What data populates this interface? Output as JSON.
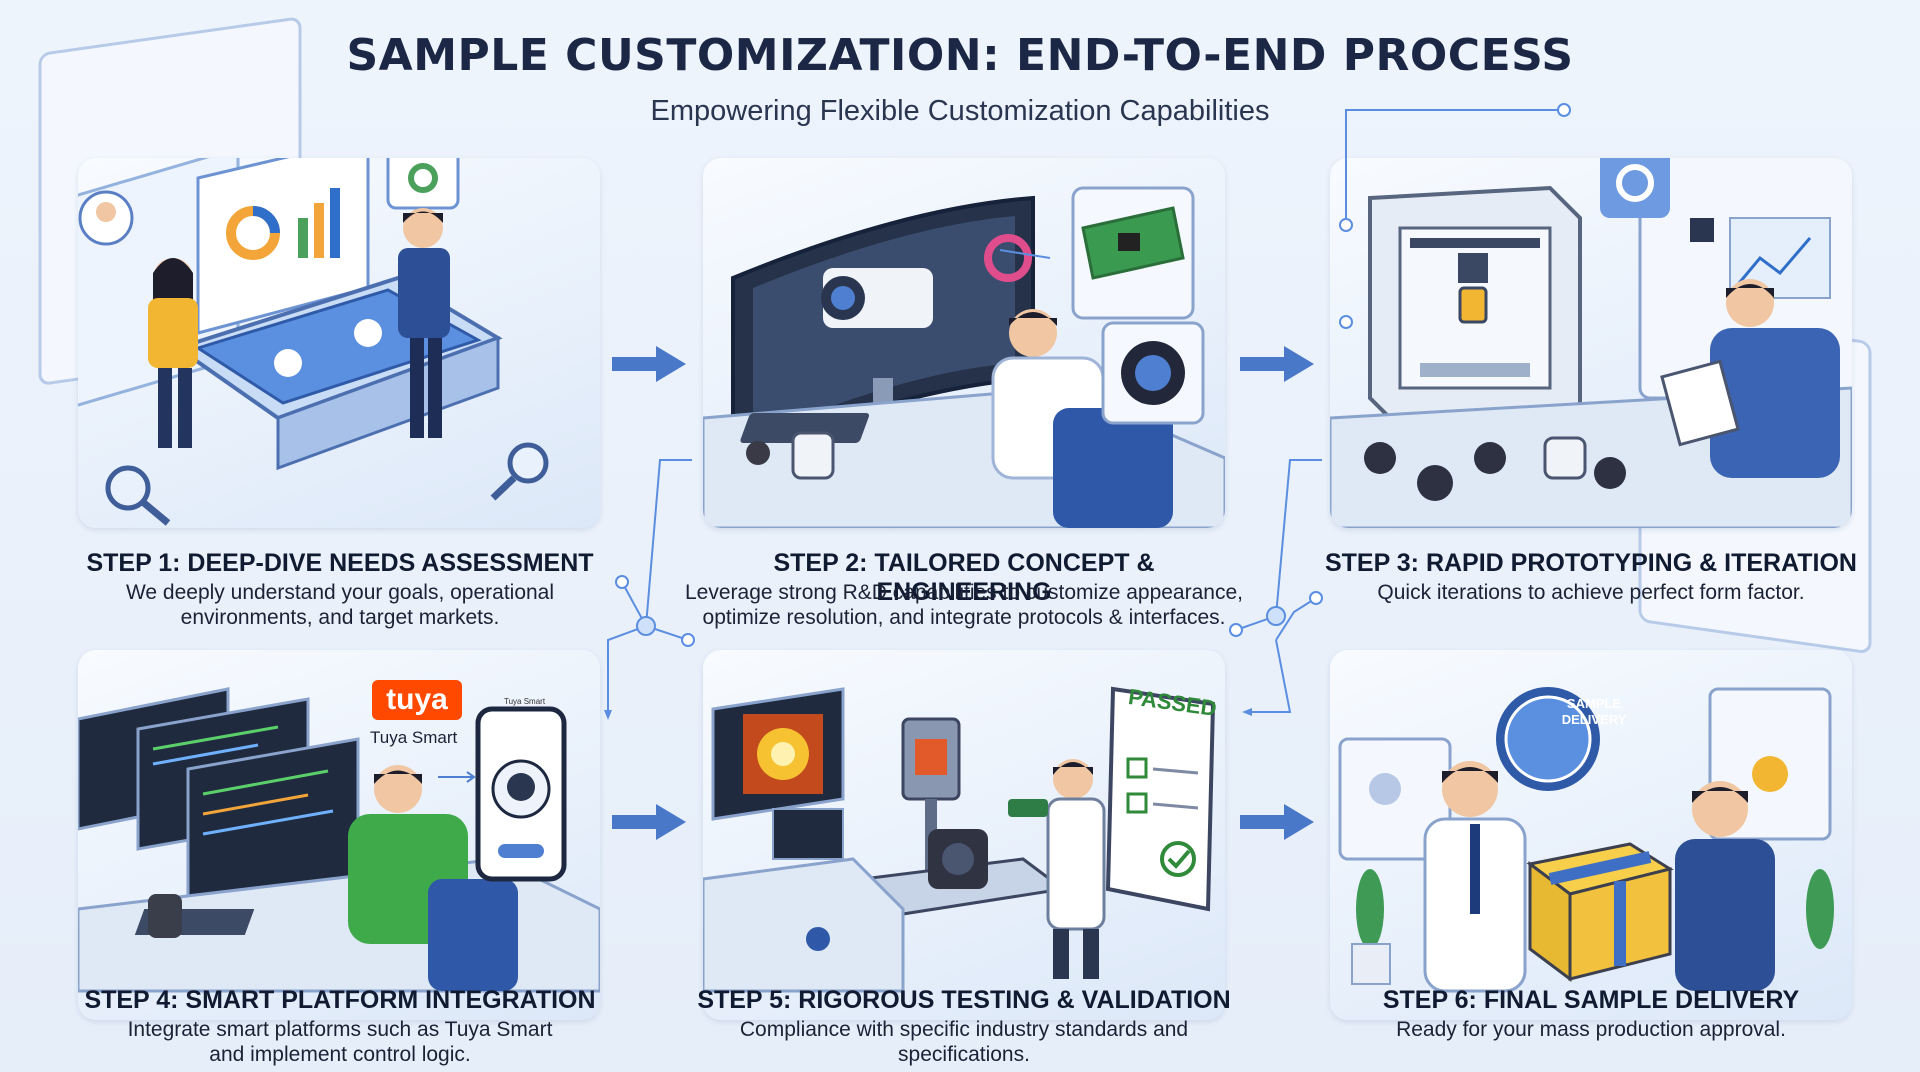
{
  "header": {
    "title": "SAMPLE CUSTOMIZATION: END-TO-END PROCESS",
    "subtitle": "Empowering Flexible Customization Capabilities"
  },
  "steps": [
    {
      "title": "STEP 1: DEEP-DIVE NEEDS ASSESSMENT",
      "description": [
        "We deeply understand your goals, operational",
        "environments, and target markets."
      ]
    },
    {
      "title": "STEP 2: TAILORED CONCEPT & ENGINEERING",
      "description": [
        "Leverage strong R&D capabilities to customize appearance,",
        "optimize resolution, and integrate protocols & interfaces."
      ]
    },
    {
      "title": "STEP 3: RAPID PROTOTYPING & ITERATION",
      "description": [
        "Quick iterations to achieve perfect form factor."
      ]
    },
    {
      "title": "STEP 4: SMART PLATFORM INTEGRATION",
      "description": [
        "Integrate smart platforms such as Tuya Smart",
        "and implement control logic."
      ]
    },
    {
      "title": "STEP 5: RIGOROUS TESTING & VALIDATION",
      "description": [
        "Compliance with specific industry standards and specifications."
      ]
    },
    {
      "title": "STEP 6: FINAL SAMPLE DELIVERY",
      "description": [
        "Ready for your mass production approval."
      ]
    }
  ],
  "illustration_text": {
    "tuya_logo": "tuya",
    "tuya_label": "Tuya Smart",
    "phone_header": "Tuya Smart",
    "passed_stamp": "PASSED",
    "badge": [
      "SAMPLE",
      "DELIVERY"
    ]
  },
  "colors": {
    "accent_blue": "#3f6fc4",
    "arrow_blue": "#4a78c8",
    "tuya_orange": "#ff4800",
    "title_dark": "#1b2745"
  }
}
